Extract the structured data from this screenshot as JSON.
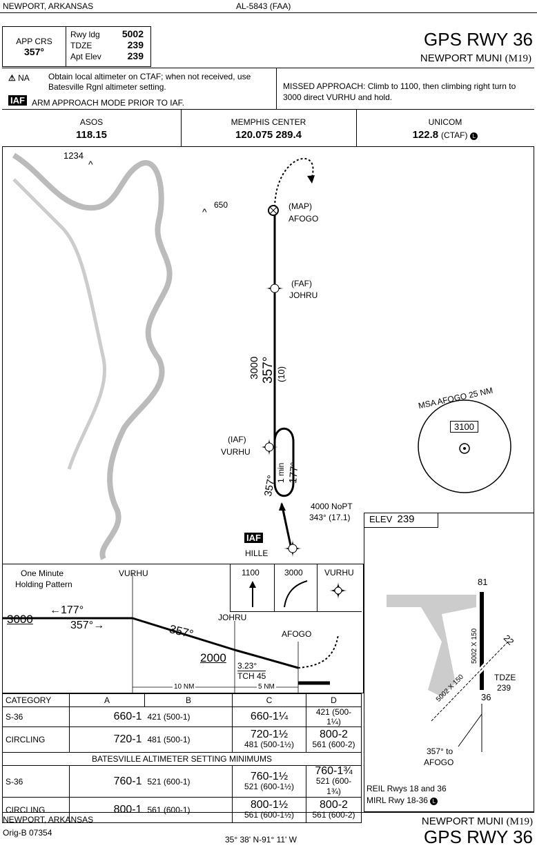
{
  "header": {
    "location": "NEWPORT, ARKANSAS",
    "doc_id": "AL-5843 (FAA)",
    "procedure": "GPS RWY 36",
    "airport": "NEWPORT MUNI",
    "airport_code": "(M19)",
    "app_crs_label": "APP CRS",
    "app_crs": "357°",
    "rwy_ldg_label": "Rwy ldg",
    "rwy_ldg": "5002",
    "tdze_label": "TDZE",
    "tdze": "239",
    "apt_elev_label": "Apt Elev",
    "apt_elev": "239"
  },
  "notes": {
    "na": "NA",
    "altimeter": "Obtain local altimeter on CTAF; when not received, use Batesville Rgnl altimeter setting.",
    "iaf_tag": "IAF",
    "arm": "ARM APPROACH MODE PRIOR TO IAF.",
    "missed": "MISSED APPROACH:  Climb to 1100, then climbing right turn to 3000 direct VURHU and hold."
  },
  "comms": [
    {
      "name": "ASOS",
      "freq": "118.15"
    },
    {
      "name": "MEMPHIS CENTER",
      "freq": "120.075  289.4"
    },
    {
      "name": "UNICOM",
      "freq": "122.8",
      "suffix": "(CTAF)"
    }
  ],
  "plan": {
    "elev_1234": "1234",
    "elev_650": "650",
    "map_label": "(MAP)",
    "afogo": "AFOGO",
    "faf_label": "(FAF)",
    "johru": "JOHRU",
    "alt_3000": "3000",
    "crs_357": "357°",
    "dist_10": "(10)",
    "iaf_label": "(IAF)",
    "vurhu": "VURHU",
    "hold_in": "357°",
    "hold_min": "1 min",
    "hold_out": "177°",
    "nopt": "4000 NoPT",
    "nopt_crs": "343° (17.1)",
    "iaf_box": "IAF",
    "hille": "HILLE",
    "msa": "MSA AFOGO 25 NM",
    "msa_alt": "3100"
  },
  "profile": {
    "one_minute": "One Minute",
    "holding": "Holding Pattern",
    "vurhu": "VURHU",
    "box_1100": "1100",
    "box_3000": "3000",
    "box_vurhu": "VURHU",
    "alt3000": "3000",
    "out177": "←177°",
    "in357": "357°→",
    "leg357": "357°",
    "johru": "JOHRU",
    "alt2000": "2000",
    "afogo": "AFOGO",
    "gpa": "3.23°",
    "tch": "TCH 45",
    "nm10": "10 NM",
    "nm5": "5 NM"
  },
  "airport_diagram": {
    "elev_label": "ELEV",
    "elev": "239",
    "rwy_18": "81",
    "rwy_22": "22",
    "rwy_36": "36",
    "dims_1": "5002 X 150",
    "dims_2": "5002 X 150",
    "tdze_label": "TDZE",
    "tdze": "239",
    "to_afogo": "357° to",
    "to_afogo2": "AFOGO",
    "reil": "REIL Rwys 18 and 36",
    "mirl": "MIRL Rwy 18-36"
  },
  "minimums": {
    "headers": [
      "CATEGORY",
      "A",
      "B",
      "C",
      "D"
    ],
    "rows": [
      {
        "cat": "S-36",
        "ab_main": "660-1",
        "ab_sub": "421 (500-1)",
        "c_main": "660-1¼",
        "d_sub": "421 (500-1¼)"
      },
      {
        "cat": "CIRCLING",
        "ab_main": "720-1",
        "ab_sub": "481 (500-1)",
        "c_main": "720-1½",
        "c_sub": "481 (500-1½)",
        "d_main": "800-2",
        "d_sub": "561 (600-2)"
      },
      {
        "cat": "S-36",
        "ab_main": "760-1",
        "ab_sub": "521 (600-1)",
        "c_main": "760-1½",
        "c_sub": "521 (600-1½)",
        "d_main": "760-1¾",
        "d_sub": "521 (600-1¾)"
      },
      {
        "cat": "CIRCLING",
        "ab_main": "800-1",
        "ab_sub": "561 (600-1)",
        "c_main": "800-1½",
        "c_sub": "561 (600-1½)",
        "d_main": "800-2",
        "d_sub": "561 (600-2)"
      }
    ],
    "batesville": "BATESVILLE ALTIMETER SETTING MINIMUMS"
  },
  "footer": {
    "location": "NEWPORT, ARKANSAS",
    "orig": "Orig-B  07354",
    "coords": "35° 38' N-91° 11' W",
    "airport": "NEWPORT MUNI",
    "airport_code": "(M19)",
    "procedure": "GPS RWY 36"
  }
}
